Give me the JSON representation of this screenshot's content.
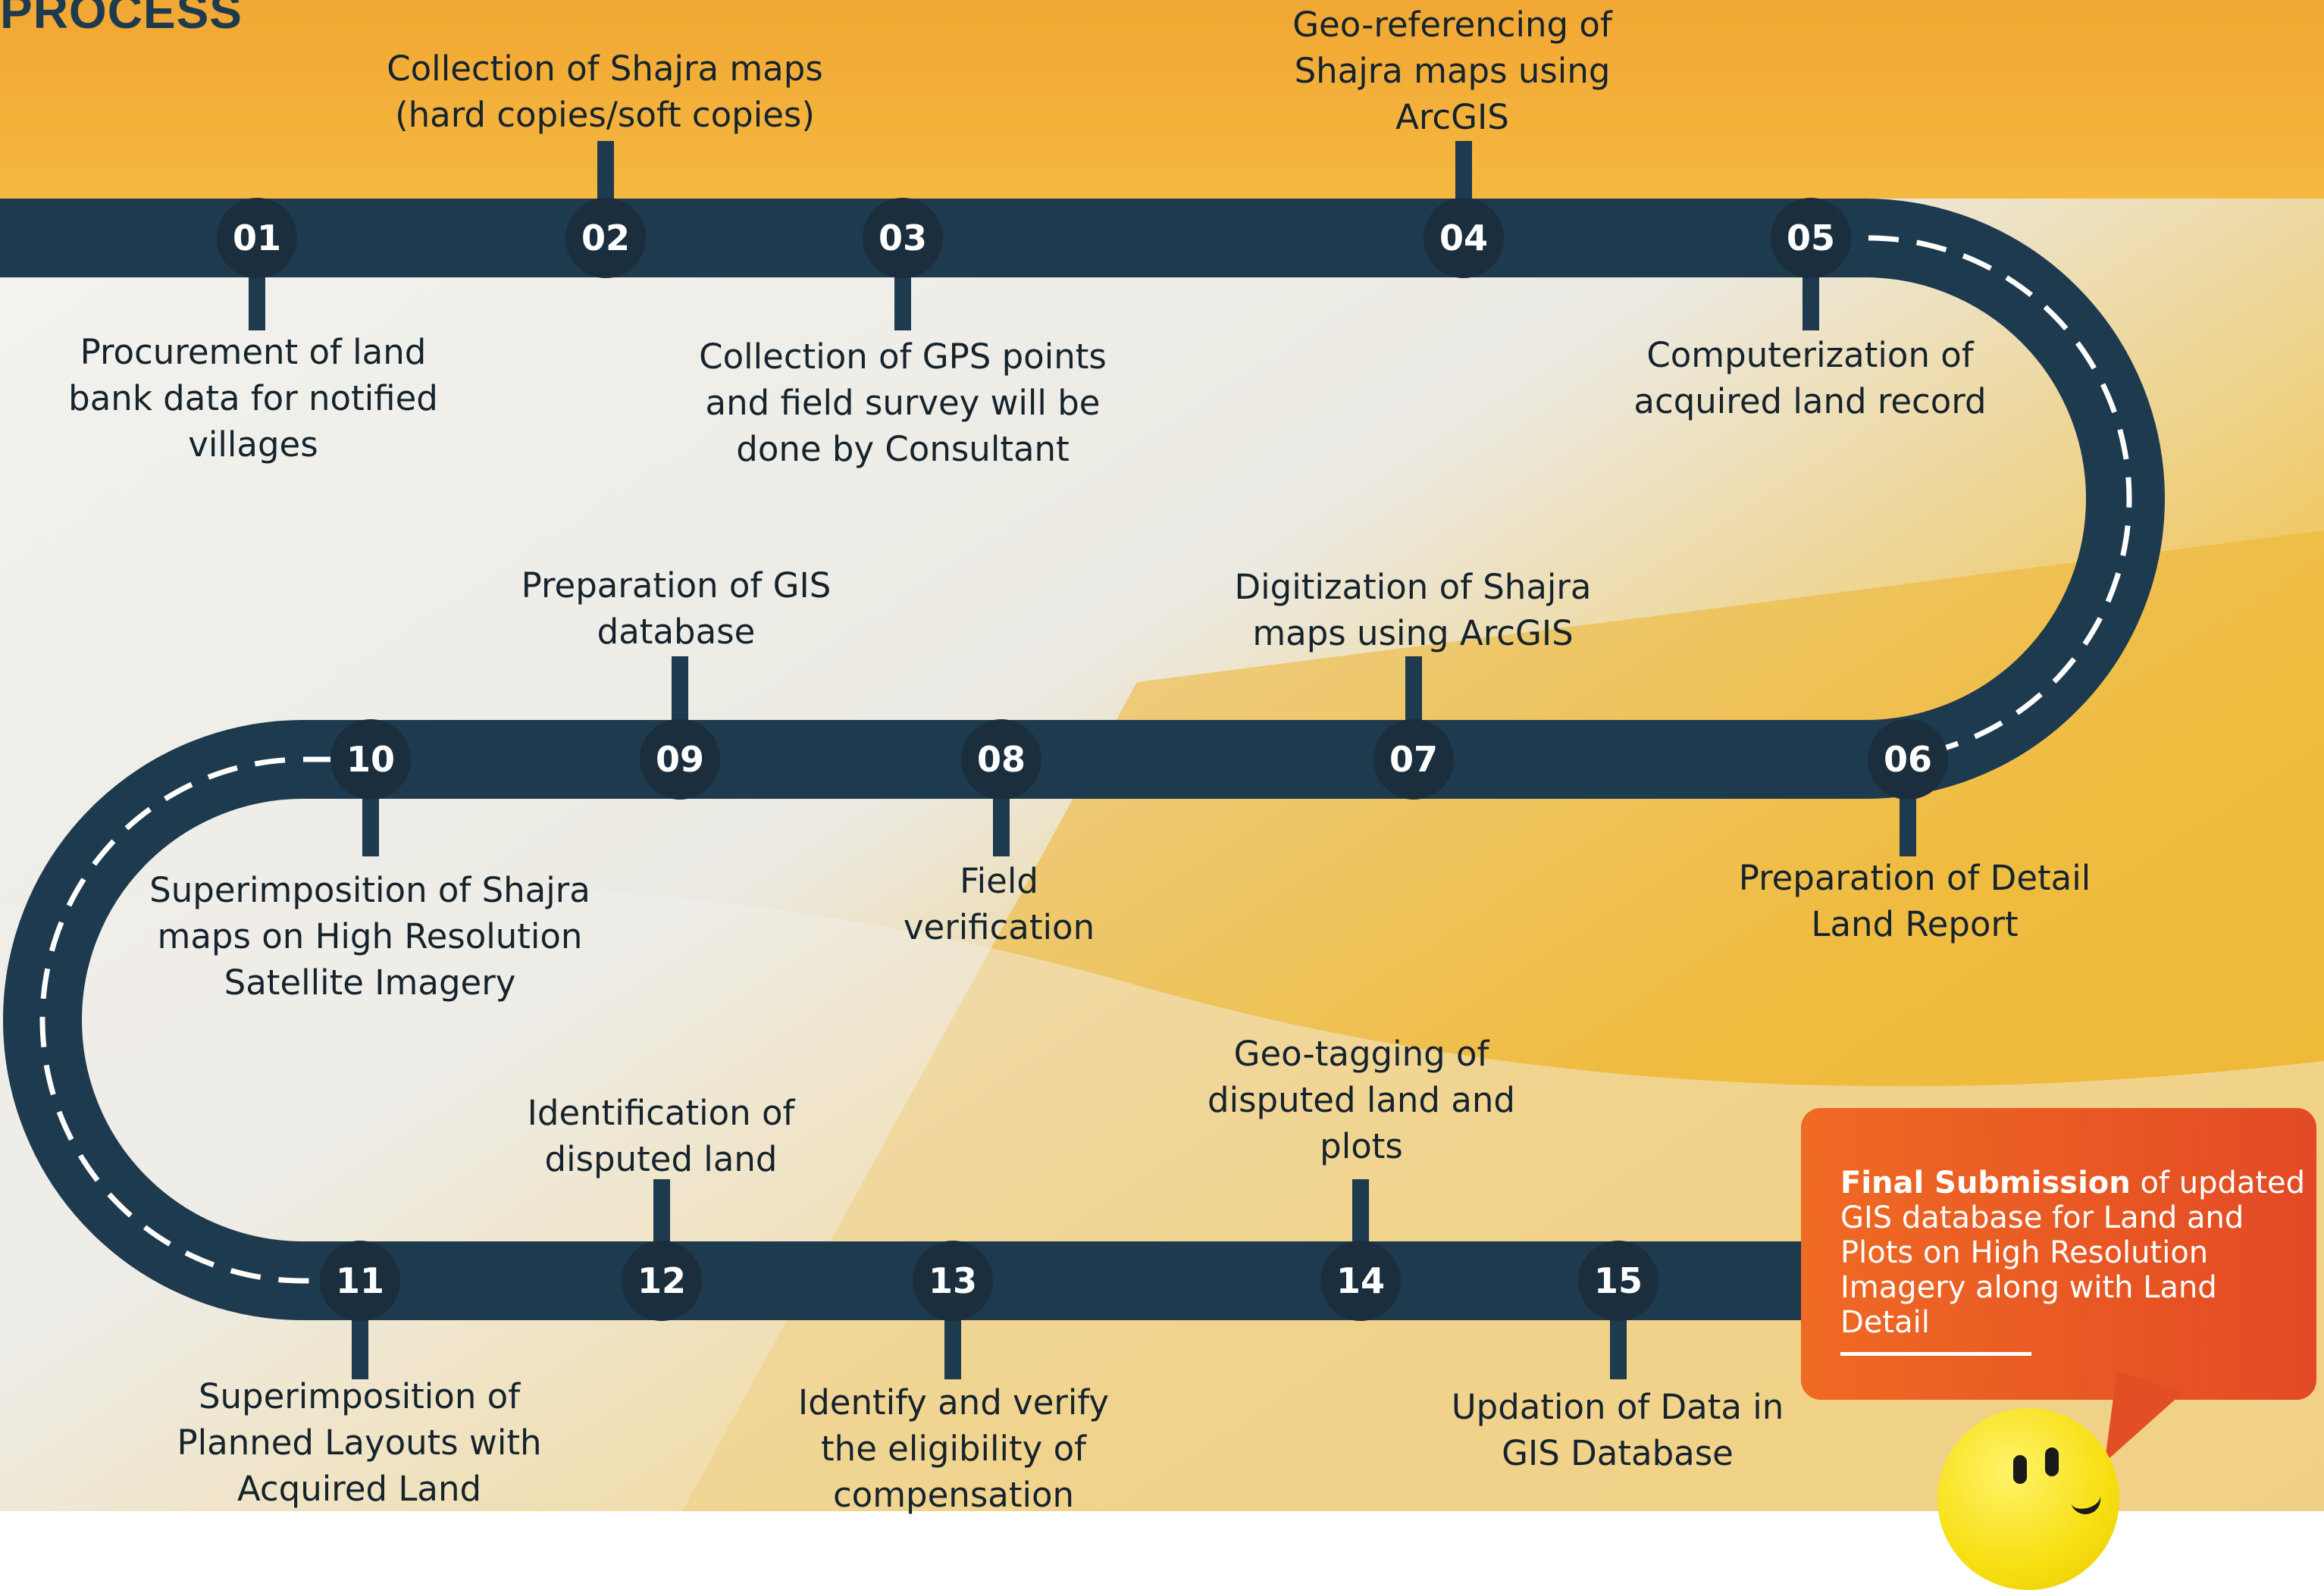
{
  "header": {
    "title": "PROCESS"
  },
  "colors": {
    "road": "#1e3a4f",
    "badge": "#1a2e3d",
    "accent_orange": "#f0a830",
    "callout": "#e85a24",
    "text": "#15232d"
  },
  "steps": [
    {
      "number": "01",
      "label": "Procurement of land bank data for notified villages"
    },
    {
      "number": "02",
      "label": "Collection of Shajra maps (hard copies/soft copies)"
    },
    {
      "number": "03",
      "label": "Collection of GPS points and field survey will be done by Consultant"
    },
    {
      "number": "04",
      "label": "Geo-referencing of Shajra maps using ArcGIS"
    },
    {
      "number": "05",
      "label": "Computerization of acquired land record"
    },
    {
      "number": "06",
      "label": "Preparation of Detail Land Report"
    },
    {
      "number": "07",
      "label": "Digitization of Shajra maps using ArcGIS"
    },
    {
      "number": "08",
      "label": "Field verification"
    },
    {
      "number": "09",
      "label": "Preparation of GIS database"
    },
    {
      "number": "10",
      "label": "Superimposition of Shajra maps on High Resolution Satellite Imagery"
    },
    {
      "number": "11",
      "label": "Superimposition of Planned Layouts with Acquired Land"
    },
    {
      "number": "12",
      "label": "Identification of disputed land"
    },
    {
      "number": "13",
      "label": "Identify and verify the eligibility of compensation"
    },
    {
      "number": "14",
      "label": "Geo-tagging of disputed land and plots"
    },
    {
      "number": "15",
      "label": "Updation of Data in GIS Database"
    }
  ],
  "final": {
    "bold": "Final Submission",
    "text": " of updated GIS database for Land and Plots on High Resolution Imagery along with Land Detail"
  },
  "mascot_icon": "smiley-face-icon"
}
